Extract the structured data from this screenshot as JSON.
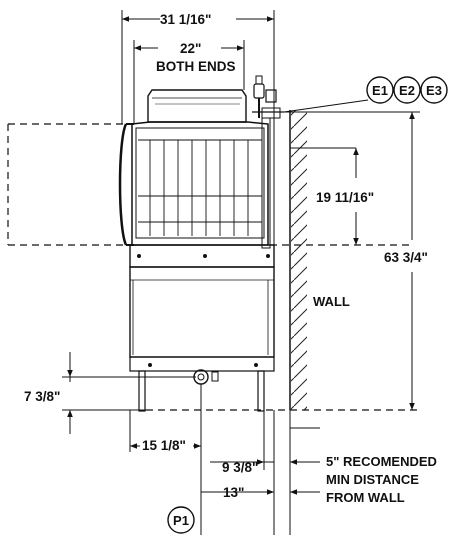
{
  "dimensions": {
    "overall_width": "31 1/16\"",
    "end_width": "22\"",
    "end_width_note": "BOTH ENDS",
    "door_height": "19 11/16\"",
    "overall_height": "63 3/4\"",
    "leg_height": "7 3/8\"",
    "drain_offset": "15 1/8\"",
    "front_offset": "9 3/8\"",
    "drain_to_wall": "13\""
  },
  "labels": {
    "wall": "WALL",
    "clearance_line1": "5\" RECOMENDED",
    "clearance_line2": "MIN DISTANCE",
    "clearance_line3": "FROM WALL"
  },
  "connections": {
    "electrical": [
      "E1",
      "E2",
      "E3"
    ],
    "plumbing": [
      "P1"
    ]
  }
}
